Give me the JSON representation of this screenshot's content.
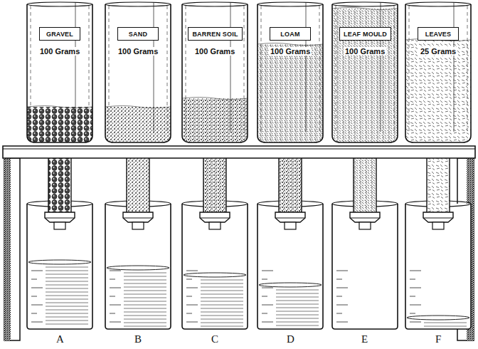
{
  "diagram": {
    "nodes": [
      {
        "text": [
          "GRAVEL"
        ]
      },
      {
        "text": [
          "SAND"
        ]
      },
      {
        "text": [
          "BARREN SOIL"
        ]
      },
      {
        "text": [
          "LOAM"
        ]
      },
      {
        "text": [
          "LEAF MOULD"
        ]
      },
      {
        "text": [
          "LEAVES"
        ]
      }
    ],
    "labels": [
      "100 Grams",
      "100 Grams",
      "100 Grams",
      "100 Grams",
      "100 Grams",
      "25 Grams",
      "A",
      "B",
      "C",
      "D",
      "E",
      "F"
    ]
  }
}
